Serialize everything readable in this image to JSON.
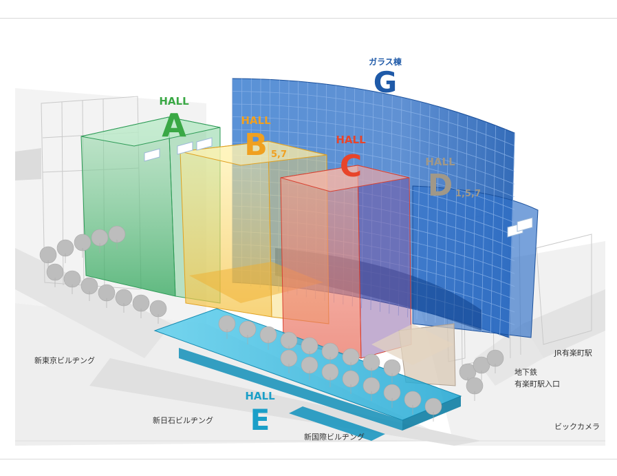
{
  "halls": {
    "A": {
      "kicker": "HALL",
      "letter": "A",
      "sub": "",
      "color": "#3aa845"
    },
    "B": {
      "kicker": "HALL",
      "letter": "B",
      "sub": "5,7",
      "color": "#f0a020"
    },
    "C": {
      "kicker": "HALL",
      "letter": "C",
      "sub": "",
      "color": "#e8442a"
    },
    "D": {
      "kicker": "HALL",
      "letter": "D",
      "sub": "1,5,7",
      "color": "#a09888"
    },
    "E": {
      "kicker": "HALL",
      "letter": "E",
      "sub": "",
      "color": "#1b9fc8"
    },
    "G": {
      "kicker": "ガラス棟",
      "letter": "G",
      "sub": "",
      "color": "#1f5aa8"
    }
  },
  "streets": {
    "shin_tokyo": "新東京ビルヂング",
    "shin_nisseki": "新日石ビルヂング",
    "shin_kokusai": "新国際ビルヂング",
    "jr_yurakucho": "JR有楽町駅",
    "subway_line1": "地下鉄",
    "subway_line2": "有楽町駅入口",
    "bic_camera": "ビックカメラ"
  },
  "colors": {
    "glass": "#1f5aa8",
    "ground": "#f0f0f0",
    "road": "#e2e2e2",
    "tree": "#bdbdbd"
  }
}
